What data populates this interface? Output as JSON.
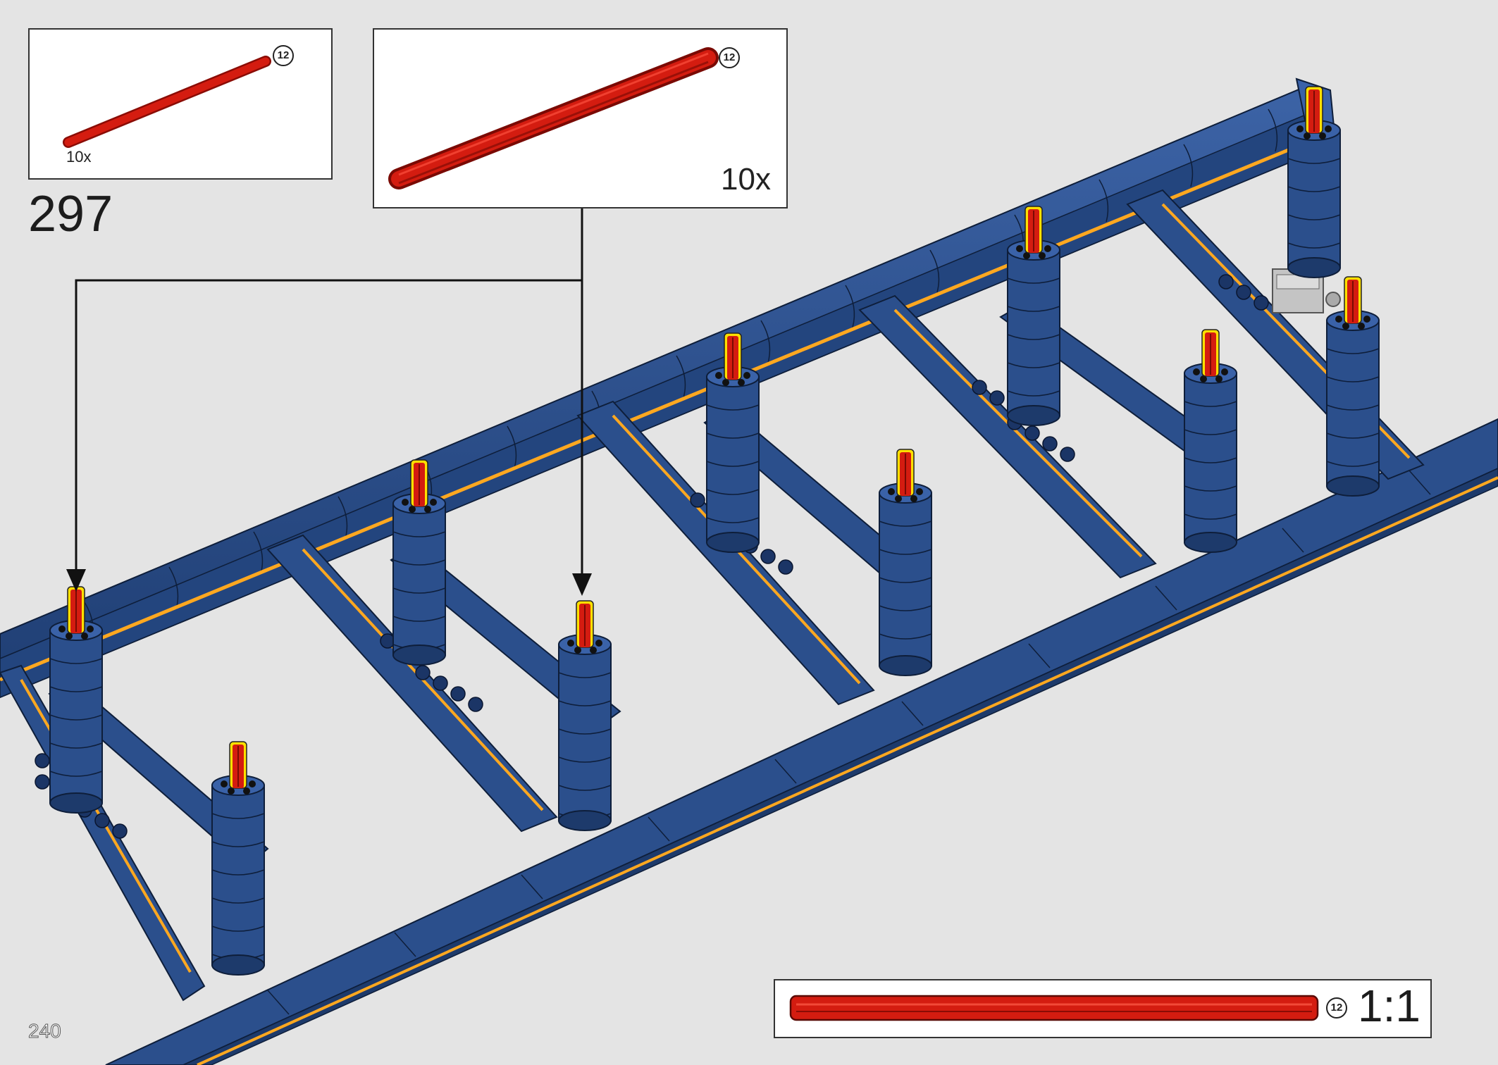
{
  "page": {
    "step_number": "297",
    "page_number": "240"
  },
  "callouts": [
    {
      "quantity": "10x",
      "part_length": "12"
    },
    {
      "quantity": "10x",
      "part_length": "12"
    }
  ],
  "scale_reference": {
    "label": "1:1",
    "part_length": "12"
  },
  "colors": {
    "background": "#e4e4e4",
    "frame_blue": "#2b4f8c",
    "axle_red": "#d41c10",
    "highlight_yellow": "#ffe000",
    "accent_orange": "#ffa820"
  },
  "icons": [
    "length-badge-icon",
    "arrow-down-icon",
    "axle-part-icon"
  ]
}
